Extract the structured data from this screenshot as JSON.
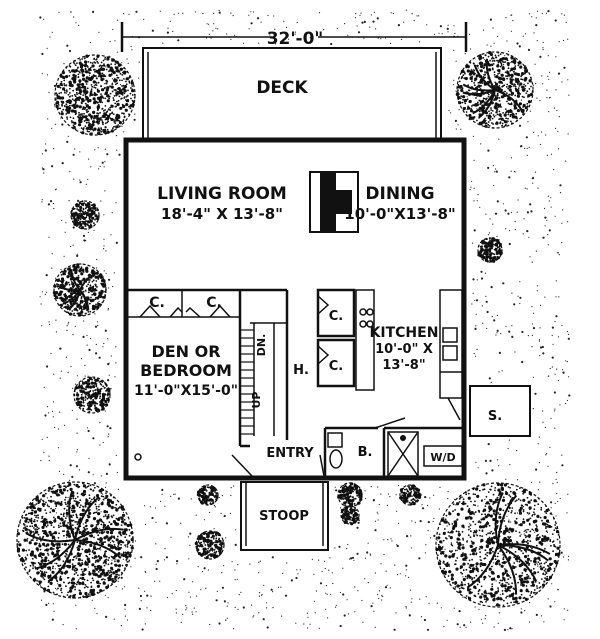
{
  "plan": {
    "dimension": "32'-0\"",
    "rooms": {
      "deck": "DECK",
      "living_name": "LIVING ROOM",
      "living_size": "18'-4\" X 13'-8\"",
      "dining_name": "DINING",
      "dining_size": "10'-0\"X13'-8\"",
      "den_line1": "DEN OR",
      "den_line2": "BEDROOM",
      "den_size": "11'-0\"X15'-0\"",
      "kitchen_line1": "KITCHEN",
      "kitchen_line2": "10'-0\" X",
      "kitchen_line3": "13'-8\"",
      "hall": "H.",
      "bath": "B.",
      "entry": "ENTRY",
      "stoop": "STOOP",
      "shed": "S.",
      "washer_dryer": "W/D",
      "closet": "C.",
      "stair_up": "UP",
      "stair_down": "DN."
    },
    "colors": {
      "ink": "#111111",
      "paper": "#ffffff"
    }
  }
}
